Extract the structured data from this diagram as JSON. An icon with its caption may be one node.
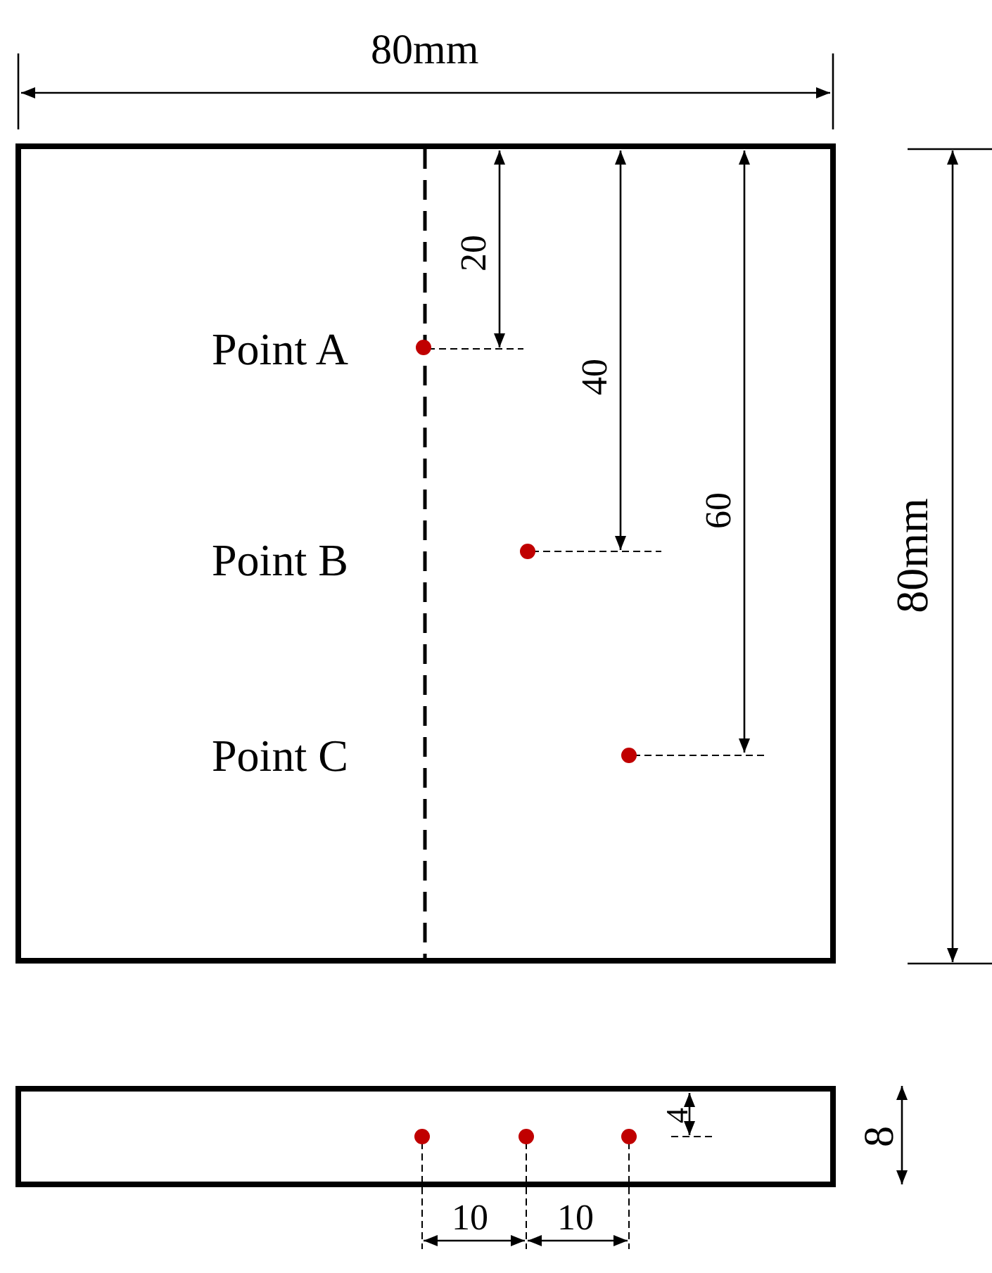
{
  "diagram": {
    "labels": [
      "80mm",
      "20",
      "Point A",
      "40",
      "60",
      "Point B",
      "80mm",
      "Point C",
      "4",
      "8",
      "10",
      "10"
    ]
  }
}
